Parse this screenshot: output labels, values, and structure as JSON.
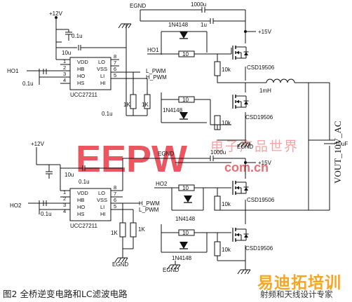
{
  "figure": {
    "caption_number": "图2",
    "caption_text": "全桥逆变电路和LC滤波电路"
  },
  "watermark": {
    "logo": "EEPW",
    "chinese": "电子产品世界",
    "url": "com.cn",
    "colors": {
      "red": "#e31f2b",
      "pink": "#f08080"
    }
  },
  "badge": {
    "title": "易迪拓培训",
    "subtitle": "射频和天线设计专家",
    "color": "#f6a623"
  },
  "driver_top": {
    "ic": "UCC27211",
    "supply": "+12V",
    "cap_vdd": "0.1u",
    "cap_10u": "10u",
    "cap_hb": "0.1u",
    "cap_bias": "0.1u",
    "input": "HO1",
    "pins_left": [
      {
        "n": "1",
        "name": "VDD"
      },
      {
        "n": "2",
        "name": "HB"
      },
      {
        "n": "3",
        "name": "HO"
      },
      {
        "n": "4",
        "name": "HS"
      }
    ],
    "pins_right": [
      {
        "n": "8",
        "name": "LO"
      },
      {
        "n": "7",
        "name": "VSS"
      },
      {
        "n": "6",
        "name": "LI"
      },
      {
        "n": "5",
        "name": "HI"
      }
    ],
    "li_net": "L_PWM",
    "hi_net": "H_PWM",
    "pulldowns": [
      "1K",
      "1K"
    ]
  },
  "driver_bottom": {
    "ic": "UCC27211",
    "supply": "+12V",
    "cap_10u": "10u",
    "cap_vdd": "0.1u",
    "cap_hb": "0.1u",
    "input": "HO2",
    "pins_left": [
      {
        "n": "1",
        "name": "VDD"
      },
      {
        "n": "2",
        "name": "HB"
      },
      {
        "n": "3",
        "name": "HO"
      },
      {
        "n": "4",
        "name": "HS"
      }
    ],
    "pins_right": [
      {
        "n": "8",
        "name": "LO"
      },
      {
        "n": "7",
        "name": "VSS"
      },
      {
        "n": "6",
        "name": "LI"
      },
      {
        "n": "5",
        "name": "HI"
      }
    ],
    "li_net": "H_PWM",
    "hi_net": "L_PWM",
    "pulldowns": [
      "1K",
      "1K"
    ]
  },
  "bridge": {
    "ground": "EGND",
    "cap_bulk": "1000u",
    "cap_1u": "1u",
    "rail": "+15V",
    "diode": "1N4148",
    "gate_res": "10",
    "pulldown": "10k",
    "mosfet": "CSD19506",
    "node_top": "HO1",
    "node_bottom": "HO2"
  },
  "filter": {
    "inductor": "1mH",
    "capacitor": "10uF",
    "output": "VOUT_10V_AC"
  }
}
